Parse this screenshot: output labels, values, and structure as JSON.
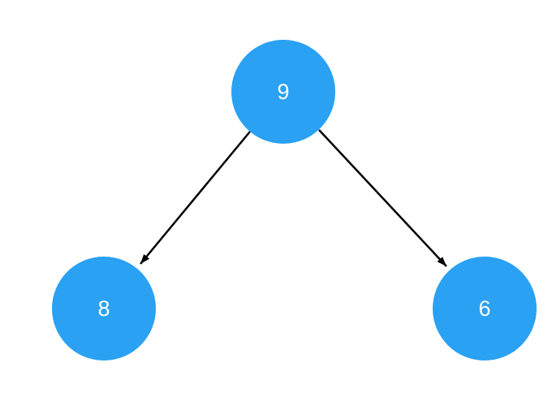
{
  "diagram": {
    "type": "binary-tree",
    "background": "#ffffff",
    "node_fill": "#2aa1f2",
    "node_text_color": "#ffffff",
    "edge_color": "#000000",
    "nodes": [
      {
        "id": "root",
        "value": "9"
      },
      {
        "id": "left-child",
        "value": "8"
      },
      {
        "id": "right-child",
        "value": "6"
      }
    ],
    "edges": [
      {
        "from": "9",
        "to": "8"
      },
      {
        "from": "9",
        "to": "6"
      }
    ]
  }
}
